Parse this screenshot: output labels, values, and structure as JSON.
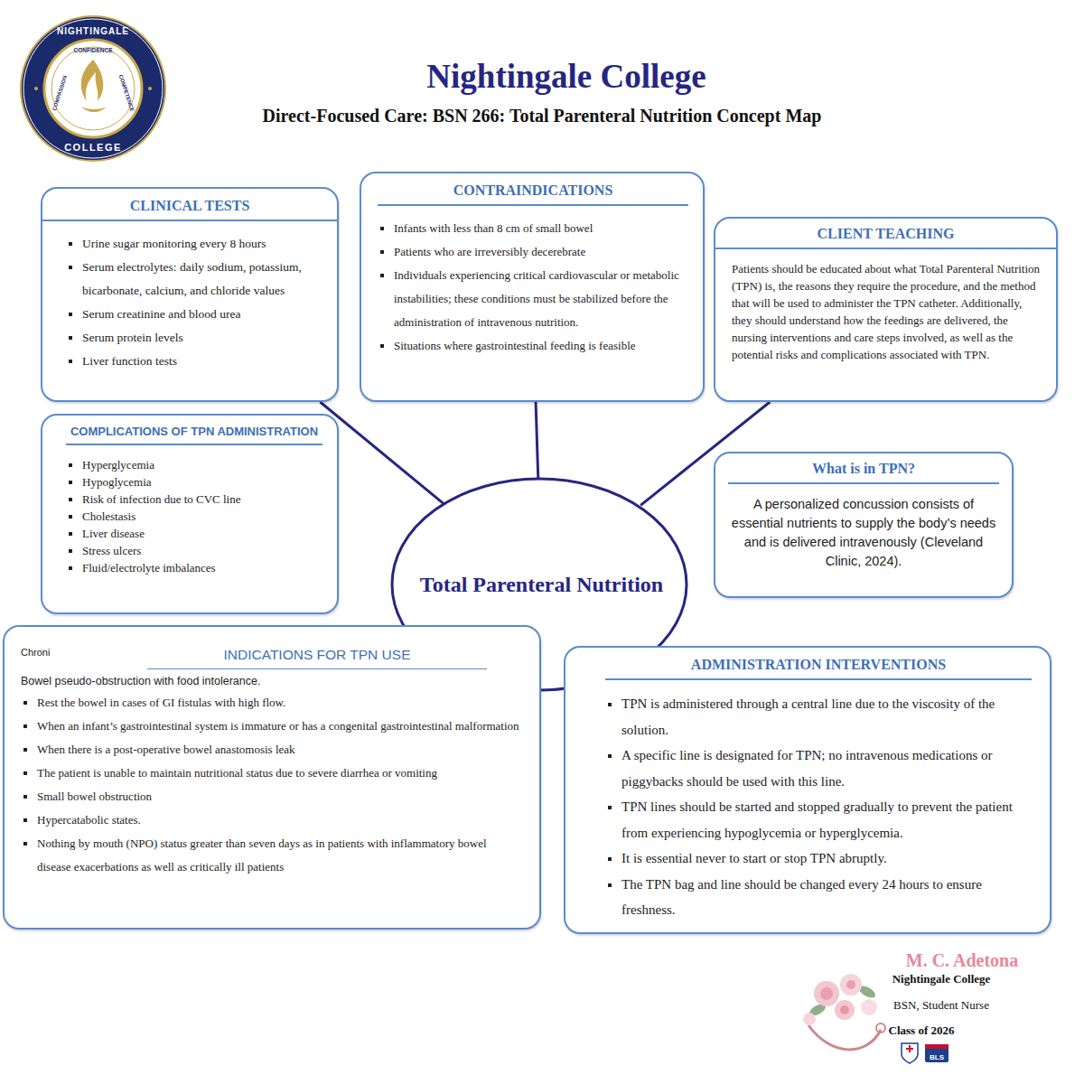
{
  "diagram": {
    "title": "Nightingale College",
    "nodes": [
      {
        "text": [
          "CLINICAL TESTS",
          "Urine sugar monitoring every 8 hours",
          "Serum electrolytes: daily sodium, potassium, bicarbonate, calcium, and chloride values",
          "Serum creatinine and blood urea",
          "Serum protein levels",
          "Liver function tests"
        ]
      },
      {
        "text": [
          "CONTRAINDICATIONS",
          "Infants with less than 8 cm of small bowel",
          "Patients who are irreversibly decerebrate",
          "Individuals experiencing critical cardiovascular or metabolic instabilities; these conditions must be stabilized before the administration of intravenous nutrition.",
          "Situations where gastrointestinal feeding is feasible"
        ]
      },
      {
        "text": [
          "CLIENT TEACHING",
          "Patients should be educated about what Total Parenteral Nutrition (TPN) is, the reasons they require the procedure, and the method that will be used to administer the TPN catheter. Additionally, they should understand how the feedings are delivered, the nursing interventions and care steps involved, as well as the potential risks and complications associated with TPN."
        ]
      },
      {
        "text": [
          "COMPLICATIONS OF TPN ADMINISTRATION",
          "Hyperglycemia",
          "Hypoglycemia",
          "Risk of infection due to CVC line",
          "Cholestasis",
          "Liver disease",
          "Stress ulcers",
          "Fluid/electrolyte imbalances"
        ]
      },
      {
        "text": [
          "Total Parenteral Nutrition"
        ]
      },
      {
        "text": [
          "What is in TPN?",
          "A personalized concussion consists of essential nutrients to supply the body’s needs and is delivered intravenously (Cleveland Clinic, 2024)."
        ]
      },
      {
        "text": [
          "Chroni",
          "INDICATIONS FOR TPN USE",
          "Bowel pseudo-obstruction with food intolerance.",
          "Rest the bowel in cases of GI fistulas with high flow.",
          "When an infant’s gastrointestinal system is immature or has a congenital gastrointestinal malformation",
          "When there is a post-operative bowel anastomosis leak",
          "The patient is unable to maintain nutritional status due to severe diarrhea or vomiting",
          "Small bowel obstruction",
          "Hypercatabolic states.",
          "Nothing by mouth (NPO) status greater than seven days as in patients with inflammatory bowel disease exacerbations as well as critically ill patients"
        ]
      },
      {
        "text": [
          "ADMINISTRATION INTERVENTIONS",
          "TPN is administered through a central line due to the viscosity of the solution.",
          "A specific line is designated for TPN; no intravenous medications or piggybacks should be used with this line.",
          "TPN lines should be started and stopped gradually to prevent the patient from experiencing hypoglycemia or hyperglycemia.",
          "It is essential never to start or stop TPN abruptly.",
          "The TPN bag and line should be changed every 24 hours to ensure freshness."
        ]
      }
    ],
    "edges": [
      {
        "from": 4,
        "to": 0,
        "arrow": "none"
      },
      {
        "from": 4,
        "to": 1,
        "arrow": "none"
      },
      {
        "from": 4,
        "to": 2,
        "arrow": "none"
      },
      {
        "from": 4,
        "to": 6,
        "arrow": "none"
      },
      {
        "from": 4,
        "to": 7,
        "arrow": "none"
      }
    ],
    "labels": [
      "Direct-Focused Care: BSN 266: Total Parenteral Nutrition Concept Map",
      "NIGHTINGALE",
      "COLLEGE",
      "CONFIDENCE",
      "COMPASSION",
      "COMPETENCE",
      "M. C. Adetona",
      "Nightingale College",
      "BSN, Student Nurse",
      "Class of 2026",
      "BLS"
    ]
  }
}
